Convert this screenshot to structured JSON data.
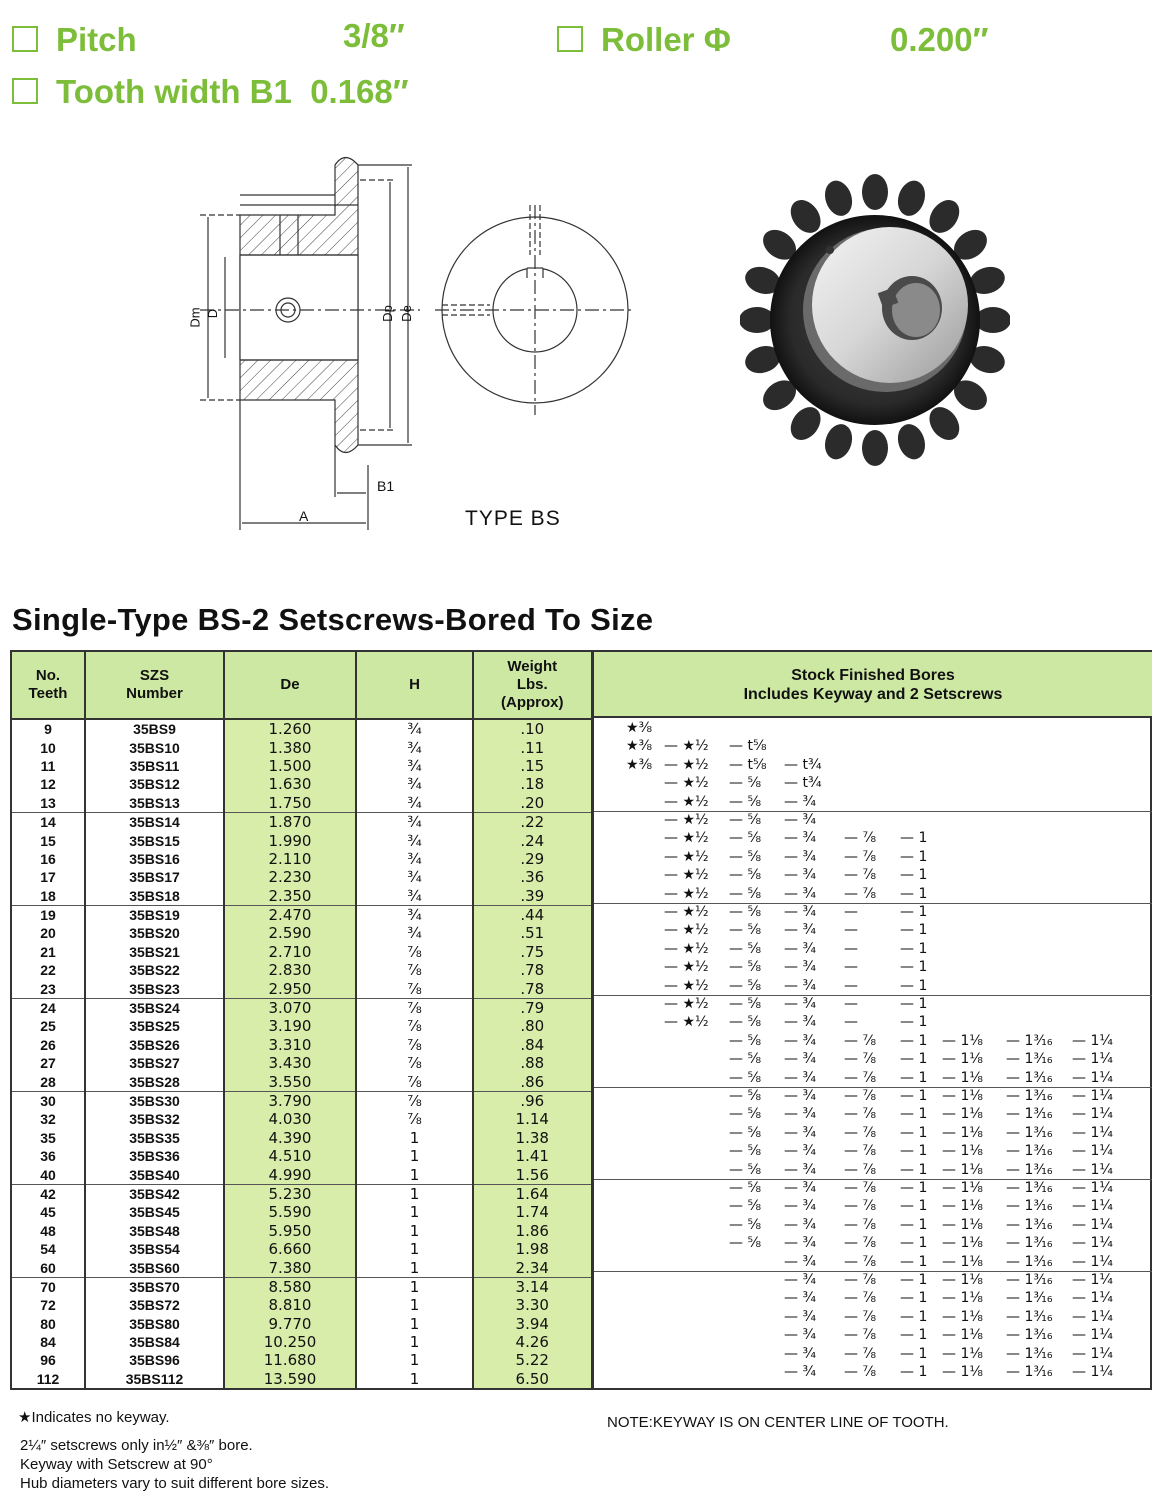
{
  "specs": {
    "pitch_label": "Pitch",
    "pitch_value": "3/8″",
    "roller_label": "Roller Φ",
    "roller_value": "0.200″",
    "tooth_label": "Tooth width B1",
    "tooth_value": "0.168″"
  },
  "diagram": {
    "dim_dm": "Dm",
    "dim_d": "D",
    "dim_dp": "Dp",
    "dim_de": "De",
    "dim_b1": "B1",
    "dim_a": "A",
    "type_label": "TYPE BS"
  },
  "section_title": "Single-Type  BS-2 Setscrews-Bored To Size",
  "table": {
    "headers": {
      "teeth": "No.\nTeeth",
      "szs": "SZS\nNumber",
      "de": "De",
      "h": "H",
      "weight": "Weight\nLbs.\n(Approx)",
      "bores": "Stock Finished Bores\nIncludes Keyway and 2 Setscrews"
    },
    "rows": [
      [
        "9",
        "35BS9",
        "1.260",
        "¾",
        ".10"
      ],
      [
        "10",
        "35BS10",
        "1.380",
        "¾",
        ".11"
      ],
      [
        "11",
        "35BS11",
        "1.500",
        "¾",
        ".15"
      ],
      [
        "12",
        "35BS12",
        "1.630",
        "¾",
        ".18"
      ],
      [
        "13",
        "35BS13",
        "1.750",
        "¾",
        ".20"
      ],
      [
        "14",
        "35BS14",
        "1.870",
        "¾",
        ".22"
      ],
      [
        "15",
        "35BS15",
        "1.990",
        "¾",
        ".24"
      ],
      [
        "16",
        "35BS16",
        "2.110",
        "¾",
        ".29"
      ],
      [
        "17",
        "35BS17",
        "2.230",
        "¾",
        ".36"
      ],
      [
        "18",
        "35BS18",
        "2.350",
        "¾",
        ".39"
      ],
      [
        "19",
        "35BS19",
        "2.470",
        "¾",
        ".44"
      ],
      [
        "20",
        "35BS20",
        "2.590",
        "¾",
        ".51"
      ],
      [
        "21",
        "35BS21",
        "2.710",
        "⅞",
        ".75"
      ],
      [
        "22",
        "35BS22",
        "2.830",
        "⅞",
        ".78"
      ],
      [
        "23",
        "35BS23",
        "2.950",
        "⅞",
        ".78"
      ],
      [
        "24",
        "35BS24",
        "3.070",
        "⅞",
        ".79"
      ],
      [
        "25",
        "35BS25",
        "3.190",
        "⅞",
        ".80"
      ],
      [
        "26",
        "35BS26",
        "3.310",
        "⅞",
        ".84"
      ],
      [
        "27",
        "35BS27",
        "3.430",
        "⅞",
        ".88"
      ],
      [
        "28",
        "35BS28",
        "3.550",
        "⅞",
        ".86"
      ],
      [
        "30",
        "35BS30",
        "3.790",
        "⅞",
        ".96"
      ],
      [
        "32",
        "35BS32",
        "4.030",
        "⅞",
        "1.14"
      ],
      [
        "35",
        "35BS35",
        "4.390",
        "1",
        "1.38"
      ],
      [
        "36",
        "35BS36",
        "4.510",
        "1",
        "1.41"
      ],
      [
        "40",
        "35BS40",
        "4.990",
        "1",
        "1.56"
      ],
      [
        "42",
        "35BS42",
        "5.230",
        "1",
        "1.64"
      ],
      [
        "45",
        "35BS45",
        "5.590",
        "1",
        "1.74"
      ],
      [
        "48",
        "35BS48",
        "5.950",
        "1",
        "1.86"
      ],
      [
        "54",
        "35BS54",
        "6.660",
        "1",
        "1.98"
      ],
      [
        "60",
        "35BS60",
        "7.380",
        "1",
        "2.34"
      ],
      [
        "70",
        "35BS70",
        "8.580",
        "1",
        "3.14"
      ],
      [
        "72",
        "35BS72",
        "8.810",
        "1",
        "3.30"
      ],
      [
        "80",
        "35BS80",
        "9.770",
        "1",
        "3.94"
      ],
      [
        "84",
        "35BS84",
        "10.250",
        "1",
        "4.26"
      ],
      [
        "96",
        "35BS96",
        "11.680",
        "1",
        "5.22"
      ],
      [
        "112",
        "35BS112",
        "13.590",
        "1",
        "6.50"
      ]
    ],
    "bore_columns": [
      "★⅜",
      "★½",
      "⅝",
      "¾",
      "⅞",
      "1",
      "1⅛",
      "1³⁄₁₆",
      "1¼"
    ],
    "bores": [
      [
        "★⅜",
        "",
        "",
        "",
        "",
        "",
        "",
        "",
        ""
      ],
      [
        "★⅜",
        "— ★½",
        "— t⅝",
        "",
        "",
        "",
        "",
        "",
        ""
      ],
      [
        "★⅜",
        "— ★½",
        "— t⅝",
        "— t¾",
        "",
        "",
        "",
        "",
        ""
      ],
      [
        "",
        "— ★½",
        "— ⅝",
        "— t¾",
        "",
        "",
        "",
        "",
        ""
      ],
      [
        "",
        "— ★½",
        "— ⅝",
        "— ¾",
        "",
        "",
        "",
        "",
        ""
      ],
      [
        "",
        "— ★½",
        "— ⅝",
        "— ¾",
        "",
        "",
        "",
        "",
        ""
      ],
      [
        "",
        "— ★½",
        "— ⅝",
        "— ¾",
        "— ⅞",
        "— 1",
        "",
        "",
        ""
      ],
      [
        "",
        "— ★½",
        "— ⅝",
        "— ¾",
        "— ⅞",
        "— 1",
        "",
        "",
        ""
      ],
      [
        "",
        "— ★½",
        "— ⅝",
        "— ¾",
        "— ⅞",
        "— 1",
        "",
        "",
        ""
      ],
      [
        "",
        "— ★½",
        "— ⅝",
        "— ¾",
        "— ⅞",
        "— 1",
        "",
        "",
        ""
      ],
      [
        "",
        "— ★½",
        "— ⅝",
        "— ¾",
        "—",
        "— 1",
        "",
        "",
        ""
      ],
      [
        "",
        "— ★½",
        "— ⅝",
        "— ¾",
        "—",
        "— 1",
        "",
        "",
        ""
      ],
      [
        "",
        "— ★½",
        "— ⅝",
        "— ¾",
        "—",
        "— 1",
        "",
        "",
        ""
      ],
      [
        "",
        "— ★½",
        "— ⅝",
        "— ¾",
        "—",
        "— 1",
        "",
        "",
        ""
      ],
      [
        "",
        "— ★½",
        "— ⅝",
        "— ¾",
        "—",
        "— 1",
        "",
        "",
        ""
      ],
      [
        "",
        "— ★½",
        "— ⅝",
        "— ¾",
        "—",
        "— 1",
        "",
        "",
        ""
      ],
      [
        "",
        "— ★½",
        "— ⅝",
        "— ¾",
        "—",
        "— 1",
        "",
        "",
        ""
      ],
      [
        "",
        "",
        "— ⅝",
        "— ¾",
        "— ⅞",
        "— 1",
        "— 1⅛",
        "— 1³⁄₁₆",
        "— 1¼"
      ],
      [
        "",
        "",
        "— ⅝",
        "— ¾",
        "— ⅞",
        "— 1",
        "— 1⅛",
        "— 1³⁄₁₆",
        "— 1¼"
      ],
      [
        "",
        "",
        "— ⅝",
        "— ¾",
        "— ⅞",
        "— 1",
        "— 1⅛",
        "— 1³⁄₁₆",
        "— 1¼"
      ],
      [
        "",
        "",
        "— ⅝",
        "— ¾",
        "— ⅞",
        "— 1",
        "— 1⅛",
        "— 1³⁄₁₆",
        "— 1¼"
      ],
      [
        "",
        "",
        "— ⅝",
        "— ¾",
        "— ⅞",
        "— 1",
        "— 1⅛",
        "— 1³⁄₁₆",
        "— 1¼"
      ],
      [
        "",
        "",
        "— ⅝",
        "— ¾",
        "— ⅞",
        "— 1",
        "— 1⅛",
        "— 1³⁄₁₆",
        "— 1¼"
      ],
      [
        "",
        "",
        "— ⅝",
        "— ¾",
        "— ⅞",
        "— 1",
        "— 1⅛",
        "— 1³⁄₁₆",
        "— 1¼"
      ],
      [
        "",
        "",
        "— ⅝",
        "— ¾",
        "— ⅞",
        "— 1",
        "— 1⅛",
        "— 1³⁄₁₆",
        "— 1¼"
      ],
      [
        "",
        "",
        "— ⅝",
        "— ¾",
        "— ⅞",
        "— 1",
        "— 1⅛",
        "— 1³⁄₁₆",
        "— 1¼"
      ],
      [
        "",
        "",
        "— ⅝",
        "— ¾",
        "— ⅞",
        "— 1",
        "— 1⅛",
        "— 1³⁄₁₆",
        "— 1¼"
      ],
      [
        "",
        "",
        "— ⅝",
        "— ¾",
        "— ⅞",
        "— 1",
        "— 1⅛",
        "— 1³⁄₁₆",
        "— 1¼"
      ],
      [
        "",
        "",
        "— ⅝",
        "— ¾",
        "— ⅞",
        "— 1",
        "— 1⅛",
        "— 1³⁄₁₆",
        "— 1¼"
      ],
      [
        "",
        "",
        "",
        "— ¾",
        "— ⅞",
        "— 1",
        "— 1⅛",
        "— 1³⁄₁₆",
        "— 1¼"
      ],
      [
        "",
        "",
        "",
        "— ¾",
        "— ⅞",
        "— 1",
        "— 1⅛",
        "— 1³⁄₁₆",
        "— 1¼"
      ],
      [
        "",
        "",
        "",
        "— ¾",
        "— ⅞",
        "— 1",
        "— 1⅛",
        "— 1³⁄₁₆",
        "— 1¼"
      ],
      [
        "",
        "",
        "",
        "— ¾",
        "— ⅞",
        "— 1",
        "— 1⅛",
        "— 1³⁄₁₆",
        "— 1¼"
      ],
      [
        "",
        "",
        "",
        "— ¾",
        "— ⅞",
        "— 1",
        "— 1⅛",
        "— 1³⁄₁₆",
        "— 1¼"
      ],
      [
        "",
        "",
        "",
        "— ¾",
        "— ⅞",
        "— 1",
        "— 1⅛",
        "— 1³⁄₁₆",
        "— 1¼"
      ],
      [
        "",
        "",
        "",
        "— ¾",
        "— ⅞",
        "— 1",
        "— 1⅛",
        "— 1³⁄₁₆",
        "— 1¼"
      ]
    ]
  },
  "notes": {
    "no_keyway": "★Indicates no keyway.",
    "setscrews": "2¼″ setscrews only in½″ &⅜″ bore.",
    "keyway_90": "Keyway with Setscrew at 90°",
    "hub": "Hub diameters vary to suit different bore sizes.",
    "keyway_center": "NOTE:KEYWAY IS ON CENTER LINE OF TOOTH."
  },
  "colors": {
    "accent_green": "#7cbd39",
    "header_green": "#cde8a2",
    "cell_green": "#d8eda9"
  }
}
